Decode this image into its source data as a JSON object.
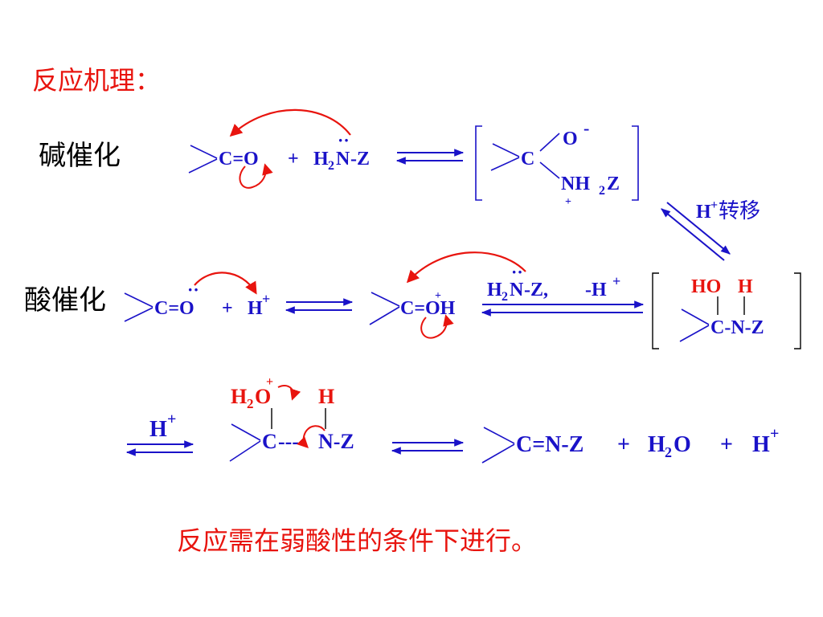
{
  "colors": {
    "accent": "#e8140e",
    "chem": "#1a12c8",
    "text": "#000000"
  },
  "heading": "反应机理：",
  "base": {
    "label": "碱催化",
    "ald_co": "C=O",
    "plus": "+",
    "amine_h": "H",
    "amine_sub": "2",
    "amine_n": "N",
    "amine_tail": "-Z",
    "lone_pair": "··",
    "int_c": "C",
    "int_o": "O",
    "int_o_charge": "-",
    "int_nh": "NH",
    "int_nh_sub": "2",
    "int_z": "Z",
    "int_n_charge": "+",
    "transfer_h": "H",
    "transfer_plus": "+",
    "transfer_text": "转移"
  },
  "acid": {
    "label": "酸催化",
    "ald_co": "C=O",
    "lone_pair": "··",
    "plus": "+",
    "proton_h": "H",
    "proton_plus": "+",
    "prot_co": "C=OH",
    "prot_charge": "+",
    "reagent_h": "H",
    "reagent_sub": "2",
    "reagent_n": "N",
    "reagent_tail": "-Z,",
    "reagent_loss": "-H",
    "reagent_loss_plus": "+",
    "int_ho": "HO",
    "int_h": "H",
    "int_cnz": "C-N-Z"
  },
  "step3": {
    "proton_h": "H",
    "proton_plus": "+",
    "water_h": "H",
    "water_sub": "2",
    "water_o": "O",
    "water_charge": "+",
    "top_h": "H",
    "c": "C",
    "bond": "----",
    "nz": "N-Z",
    "product": "C=N-Z",
    "plus1": "+",
    "water_out_h": "H",
    "water_out_sub": "2",
    "water_out_o": "O",
    "plus2": "+",
    "hplus_h": "H",
    "hplus_plus": "+"
  },
  "note": "反应需在弱酸性的条件下进行。"
}
